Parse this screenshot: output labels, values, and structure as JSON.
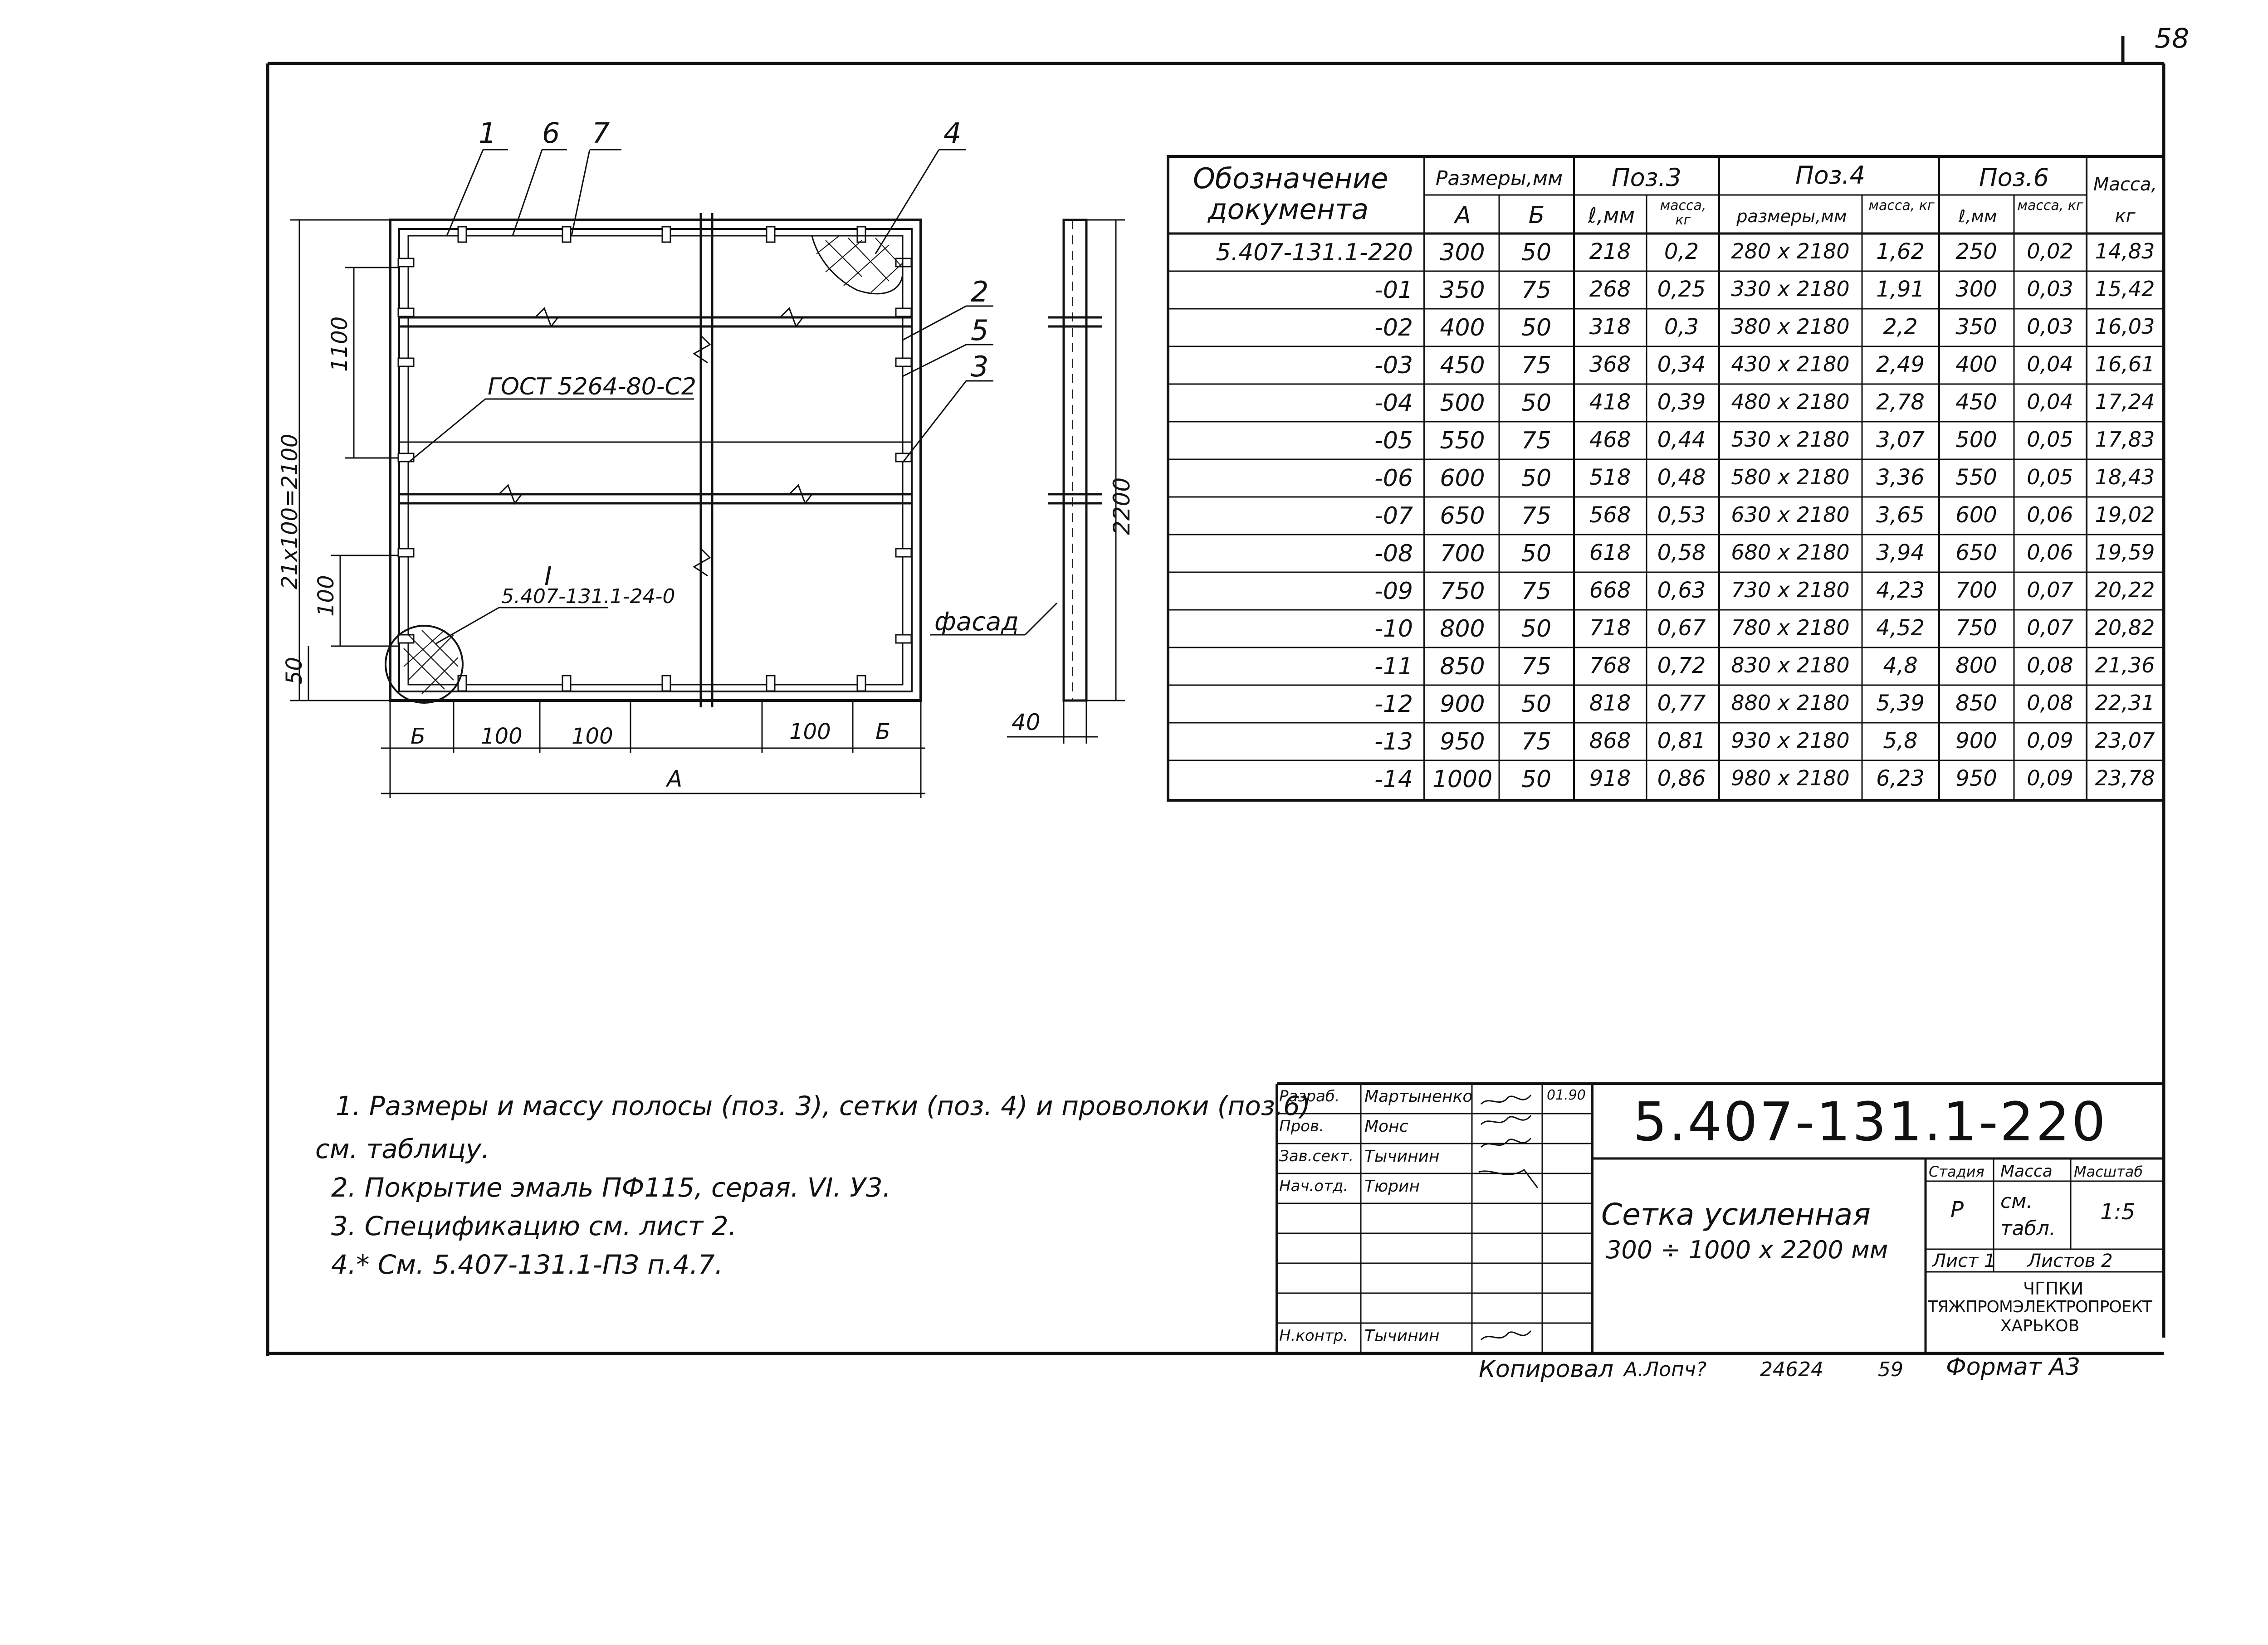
{
  "sheet_number": "58",
  "drawing": {
    "callouts": [
      "1",
      "6",
      "7",
      "4",
      "2",
      "5",
      "3"
    ],
    "dim_1100": "1100",
    "dim_21x100": "21x100=2100",
    "dim_100_left": "100",
    "dim_50": "50",
    "gost_label": "ГОСТ 5264-80-С2",
    "detail_mark": "I",
    "detail_ref": "5.407-131.1-24-0",
    "bottom_dims": [
      "Б",
      "100",
      "100",
      "100",
      "Б"
    ],
    "dim_A": "А",
    "facade_label": "фасад",
    "dim_2200": "2200",
    "dim_40": "40"
  },
  "table": {
    "header": {
      "designation": "Обозначение документа",
      "sizes": "Размеры,мм",
      "a": "А",
      "b": "Б",
      "pos3": "Поз.3",
      "pos3_l": "ℓ,мм",
      "pos3_m": "масса, кг",
      "pos4": "Поз.4",
      "pos4_size": "размеры,мм",
      "pos4_m": "масса, кг",
      "pos6": "Поз.6",
      "pos6_l": "ℓ,мм",
      "pos6_m": "масса, кг",
      "mass": "Масса, кг"
    },
    "rows": [
      [
        "5.407-131.1-220",
        "300",
        "50",
        "218",
        "0,2",
        "280 x 2180",
        "1,62",
        "250",
        "0,02",
        "14,83"
      ],
      [
        "-01",
        "350",
        "75",
        "268",
        "0,25",
        "330 x 2180",
        "1,91",
        "300",
        "0,03",
        "15,42"
      ],
      [
        "-02",
        "400",
        "50",
        "318",
        "0,3",
        "380 x 2180",
        "2,2",
        "350",
        "0,03",
        "16,03"
      ],
      [
        "-03",
        "450",
        "75",
        "368",
        "0,34",
        "430 x 2180",
        "2,49",
        "400",
        "0,04",
        "16,61"
      ],
      [
        "-04",
        "500",
        "50",
        "418",
        "0,39",
        "480 x 2180",
        "2,78",
        "450",
        "0,04",
        "17,24"
      ],
      [
        "-05",
        "550",
        "75",
        "468",
        "0,44",
        "530 x 2180",
        "3,07",
        "500",
        "0,05",
        "17,83"
      ],
      [
        "-06",
        "600",
        "50",
        "518",
        "0,48",
        "580 x 2180",
        "3,36",
        "550",
        "0,05",
        "18,43"
      ],
      [
        "-07",
        "650",
        "75",
        "568",
        "0,53",
        "630 x 2180",
        "3,65",
        "600",
        "0,06",
        "19,02"
      ],
      [
        "-08",
        "700",
        "50",
        "618",
        "0,58",
        "680 x 2180",
        "3,94",
        "650",
        "0,06",
        "19,59"
      ],
      [
        "-09",
        "750",
        "75",
        "668",
        "0,63",
        "730 x 2180",
        "4,23",
        "700",
        "0,07",
        "20,22"
      ],
      [
        "-10",
        "800",
        "50",
        "718",
        "0,67",
        "780 x 2180",
        "4,52",
        "750",
        "0,07",
        "20,82"
      ],
      [
        "-11",
        "850",
        "75",
        "768",
        "0,72",
        "830 x 2180",
        "4,8",
        "800",
        "0,08",
        "21,36"
      ],
      [
        "-12",
        "900",
        "50",
        "818",
        "0,77",
        "880 x 2180",
        "5,39",
        "850",
        "0,08",
        "22,31"
      ],
      [
        "-13",
        "950",
        "75",
        "868",
        "0,81",
        "930 x 2180",
        "5,8",
        "900",
        "0,09",
        "23,07"
      ],
      [
        "-14",
        "1000",
        "50",
        "918",
        "0,86",
        "980 x 2180",
        "6,23",
        "950",
        "0,09",
        "23,78"
      ]
    ]
  },
  "notes": [
    "1. Размеры и массу полосы (поз. 3), сетки (поз. 4) и проволоки (поз.6)",
    "см. таблицу.",
    "2. Покрытие эмаль ПФ115, серая. VI. У3.",
    "3. Спецификацию см. лист 2.",
    "4.* См. 5.407-131.1-ПЗ п.4.7."
  ],
  "title_block": {
    "code": "5.407-131.1-220",
    "title_line1": "Сетка усиленная",
    "title_line2": "300 ÷ 1000 x 2200 мм",
    "roles": [
      "Разраб.",
      "Пров.",
      "Зав.сект.",
      "Нач.отд.",
      "",
      "",
      "",
      "",
      "Н.контр."
    ],
    "names": [
      "Мартыненко",
      "Монс",
      "Тычинин",
      "Тюрин",
      "",
      "",
      "",
      "",
      "Тычинин"
    ],
    "date": "01.90",
    "stage_label": "Стадия",
    "mass_label": "Масса",
    "scale_label": "Масштаб",
    "stage": "Р",
    "mass_value": "см. табл.",
    "scale": "1:5",
    "sheet_label": "Лист 1",
    "sheets_label": "Листов 2",
    "org_line1": "ЧГПКИ",
    "org_line2": "ТЯЖПРОМЭЛЕКТРОПРОЕКТ",
    "org_line3": "ХАРЬКОВ"
  },
  "footer": {
    "copied": "Копировал",
    "copier": "А.Лопч?",
    "number1": "24624",
    "number2": "59",
    "format": "Формат А3"
  }
}
